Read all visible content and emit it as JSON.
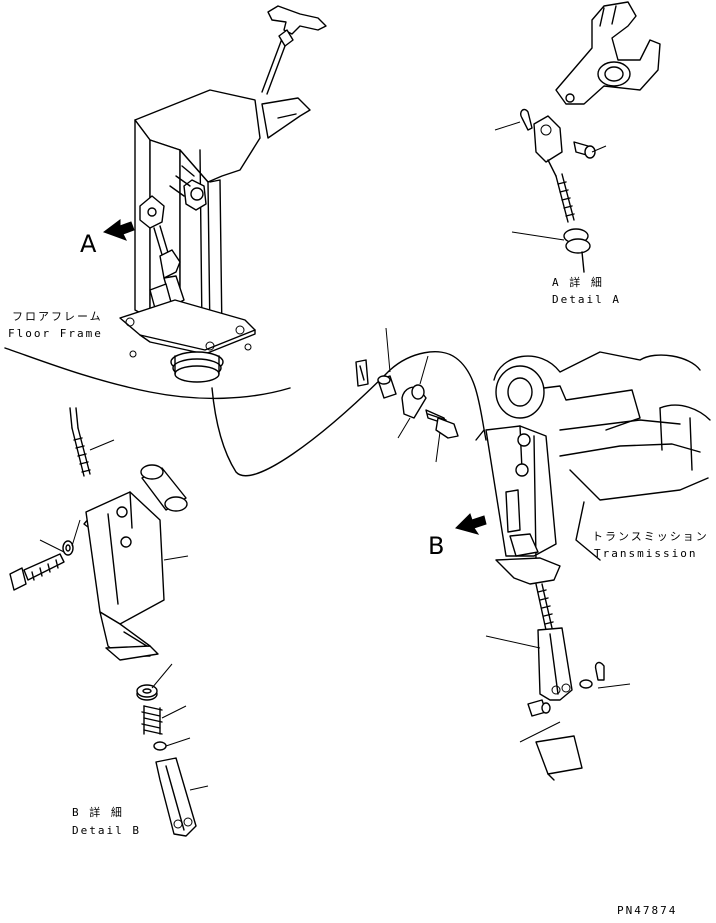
{
  "labels": {
    "callout_a": "A",
    "callout_b": "B",
    "floor_frame_jp": "フロアフレーム",
    "floor_frame_en": "Floor Frame",
    "detail_a_jp": "A 詳 細",
    "detail_a_en": "Detail A",
    "transmission_jp": "トランスミッション",
    "transmission_en": "Transmission",
    "detail_b_jp": "B 詳 細",
    "detail_b_en": "Detail B",
    "drawing_no": "PN47874"
  }
}
